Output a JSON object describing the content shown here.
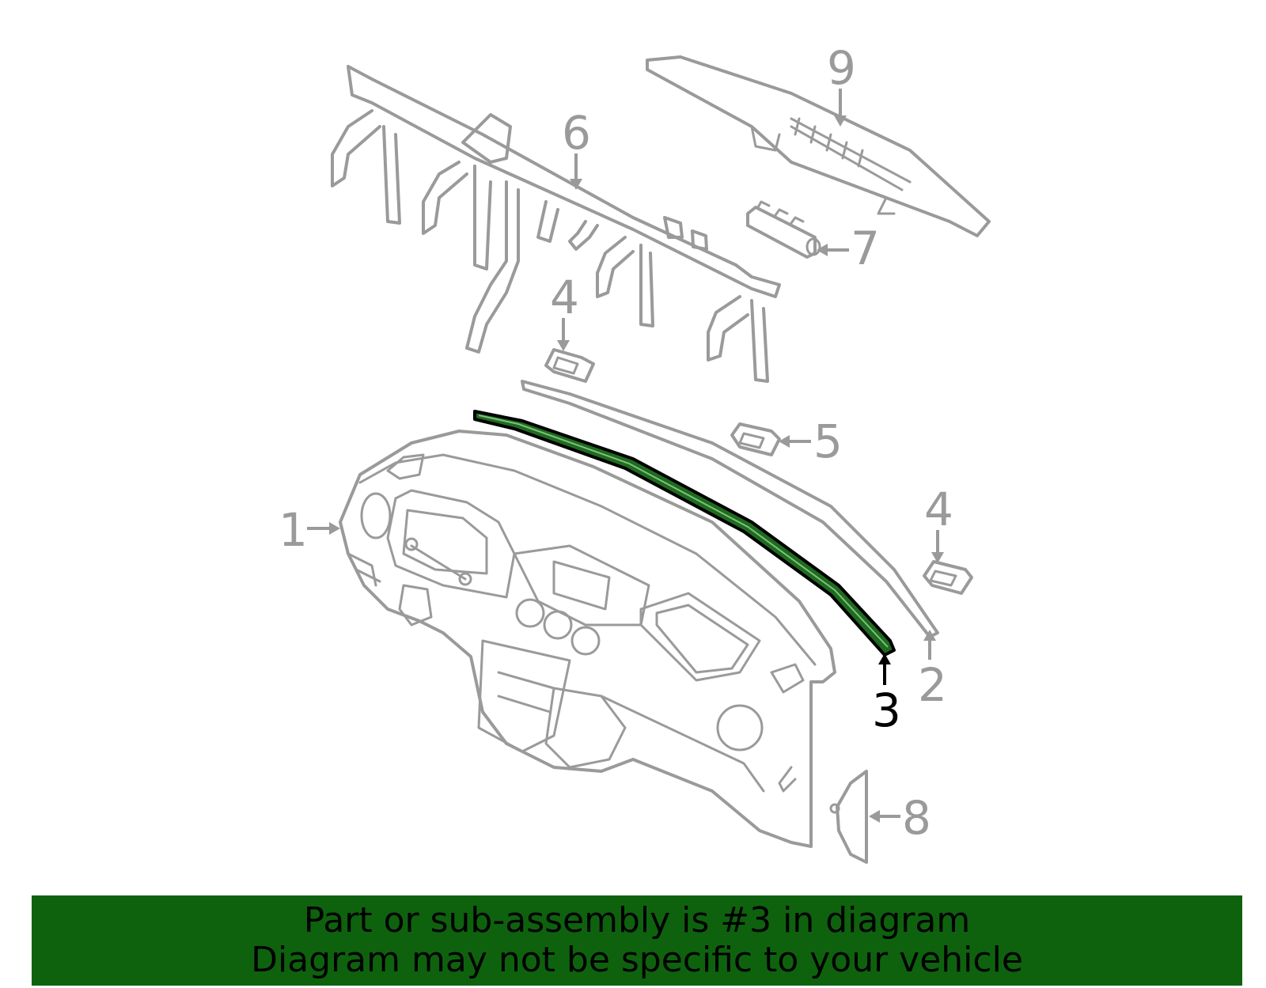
{
  "callouts": [
    {
      "id": "1",
      "label": "1",
      "highlighted": false
    },
    {
      "id": "2",
      "label": "2",
      "highlighted": false
    },
    {
      "id": "3",
      "label": "3",
      "highlighted": true
    },
    {
      "id": "4a",
      "label": "4",
      "highlighted": false
    },
    {
      "id": "4b",
      "label": "4",
      "highlighted": false
    },
    {
      "id": "5",
      "label": "5",
      "highlighted": false
    },
    {
      "id": "6",
      "label": "6",
      "highlighted": false
    },
    {
      "id": "7",
      "label": "7",
      "highlighted": false
    },
    {
      "id": "8",
      "label": "8",
      "highlighted": false
    },
    {
      "id": "9",
      "label": "9",
      "highlighted": false
    }
  ],
  "banner": {
    "line1": "Part or sub-assembly is #3 in diagram",
    "line2": "Diagram may not be specific to your vehicle"
  },
  "colors": {
    "line_art": "#9a9a9a",
    "highlight_part_fill": "#1f6b1f",
    "highlight_outline": "#000000",
    "banner_bg": "#0e620e",
    "banner_text": "#000000"
  }
}
